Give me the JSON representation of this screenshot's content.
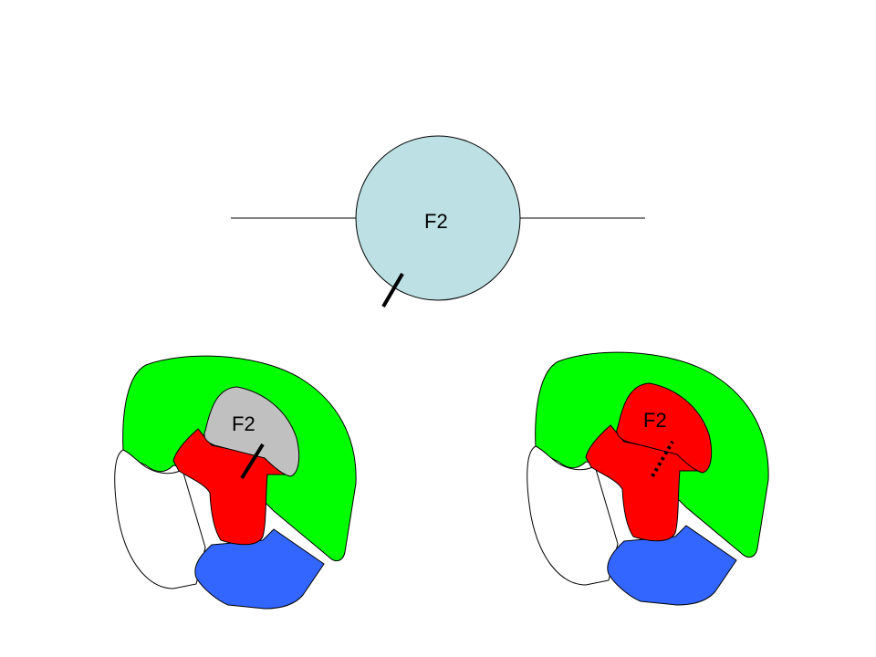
{
  "top_diagram": {
    "label": "F2",
    "circle_color": "#bce0e3"
  },
  "left_diagram": {
    "label": "F2",
    "colors": {
      "outer": "#00ff00",
      "middle": "#ff0000",
      "lower": "#3366ff",
      "side": "#ffffff",
      "region": "#c0c0c0"
    }
  },
  "right_diagram": {
    "label": "F2",
    "colors": {
      "outer": "#00ff00",
      "middle": "#ff0000",
      "lower": "#3366ff",
      "side": "#ffffff",
      "region": "#ff0000"
    }
  }
}
